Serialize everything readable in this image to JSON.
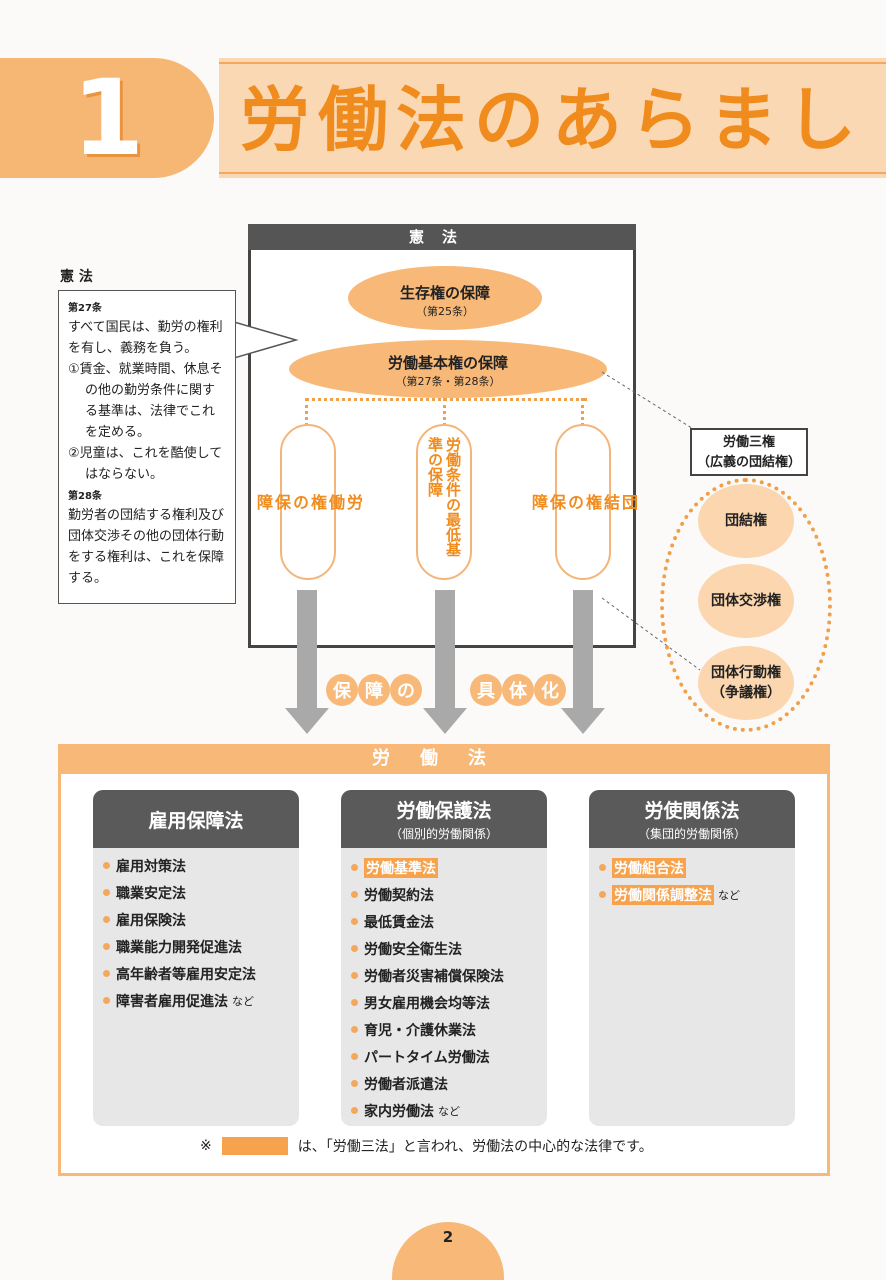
{
  "header": {
    "number": "1",
    "title": "労働法のあらまし"
  },
  "constitution": {
    "heading": "憲法",
    "oval1": {
      "main": "生存権の保障",
      "sub": "（第25条）"
    },
    "oval2": {
      "main": "労働基本権の保障",
      "sub": "（第27条・第28条）"
    },
    "pills": [
      "労\n働\n権\nの\n保\n障",
      "労働条件の最低基準の保障",
      "団\n結\n権\nの\n保\n障"
    ]
  },
  "speech": {
    "label": "憲 法",
    "art27": "第27条",
    "art27_text": "すべて国民は、勤労の権利を有し、義務を負う。",
    "item1": "①賃金、就業時間、休息その他の勤労条件に関する基準は、法律でこれを定める。",
    "item2": "②児童は、これを酷使してはならない。",
    "art28": "第28条",
    "art28_text": "勤労者の団結する権利及び団体交渉その他の団体行動をする権利は、これを保障する。"
  },
  "rights": {
    "title1": "労働三権",
    "title2": "（広義の団結権）",
    "r1": "団結権",
    "r2": "団体交渉権",
    "r3a": "団体行動権",
    "r3b": "（争議権）"
  },
  "concretize": [
    "保",
    "障",
    "の",
    "具",
    "体",
    "化"
  ],
  "labor_law": {
    "heading": "労働法",
    "cols": [
      {
        "title": "雇用保障法",
        "sub": "",
        "items": [
          "雇用対策法",
          "職業安定法",
          "雇用保険法",
          "職業能力開発促進法",
          "高年齢者等雇用安定法",
          "障害者雇用促進法"
        ]
      },
      {
        "title": "労働保護法",
        "sub": "（個別的労働関係）",
        "items": [
          "労働基準法",
          "労働契約法",
          "最低賃金法",
          "労働安全衛生法",
          "労働者災害補償保険法",
          "男女雇用機会均等法",
          "育児・介護休業法",
          "パートタイム労働法",
          "労働者派遣法",
          "家内労働法"
        ]
      },
      {
        "title": "労使関係法",
        "sub": "（集団的労働関係）",
        "items": [
          "労働組合法",
          "労働関係調整法"
        ]
      }
    ],
    "nado": "など",
    "note_mark": "※",
    "note_text": "は、「労働三法」と言われ、労働法の中心的な法律です。"
  },
  "page_number": "2",
  "colors": {
    "accent": "#f7a34d",
    "light": "#fbd8b4",
    "dark": "#555555"
  }
}
